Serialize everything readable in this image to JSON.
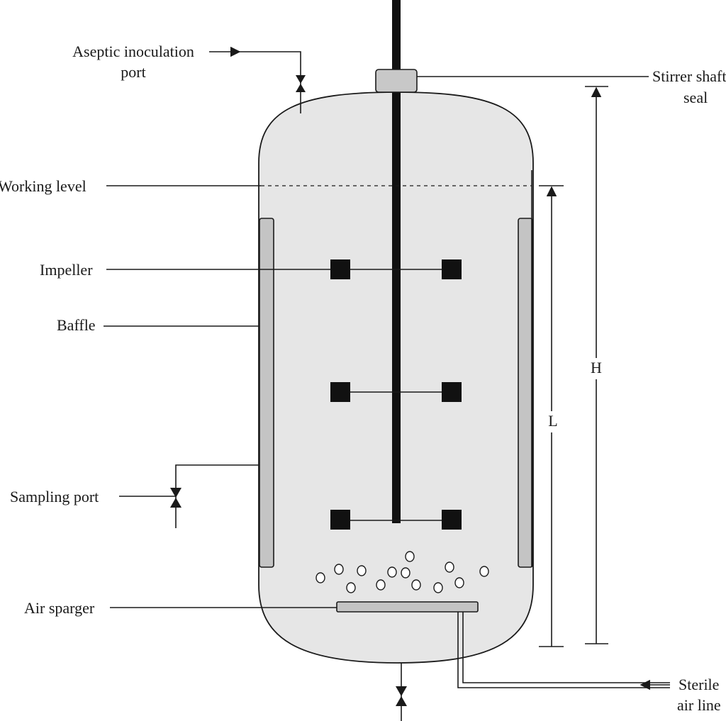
{
  "labels": {
    "aseptic_line1": "Aseptic inoculation",
    "aseptic_line2": "port",
    "stirrer_line1": "Stirrer shaft",
    "stirrer_line2": "seal",
    "working_level": "Working level",
    "impeller": "Impeller",
    "baffle": "Baffle",
    "sampling_port": "Sampling port",
    "air_sparger": "Air sparger",
    "sterile_line1": "Sterile",
    "sterile_line2": "air line",
    "dim_H": "H",
    "dim_L": "L"
  },
  "colors": {
    "vessel_fill": "#e6e6e6",
    "baffle_fill": "#c4c4c4",
    "shaft": "#111111",
    "line": "#1a1a1a"
  }
}
